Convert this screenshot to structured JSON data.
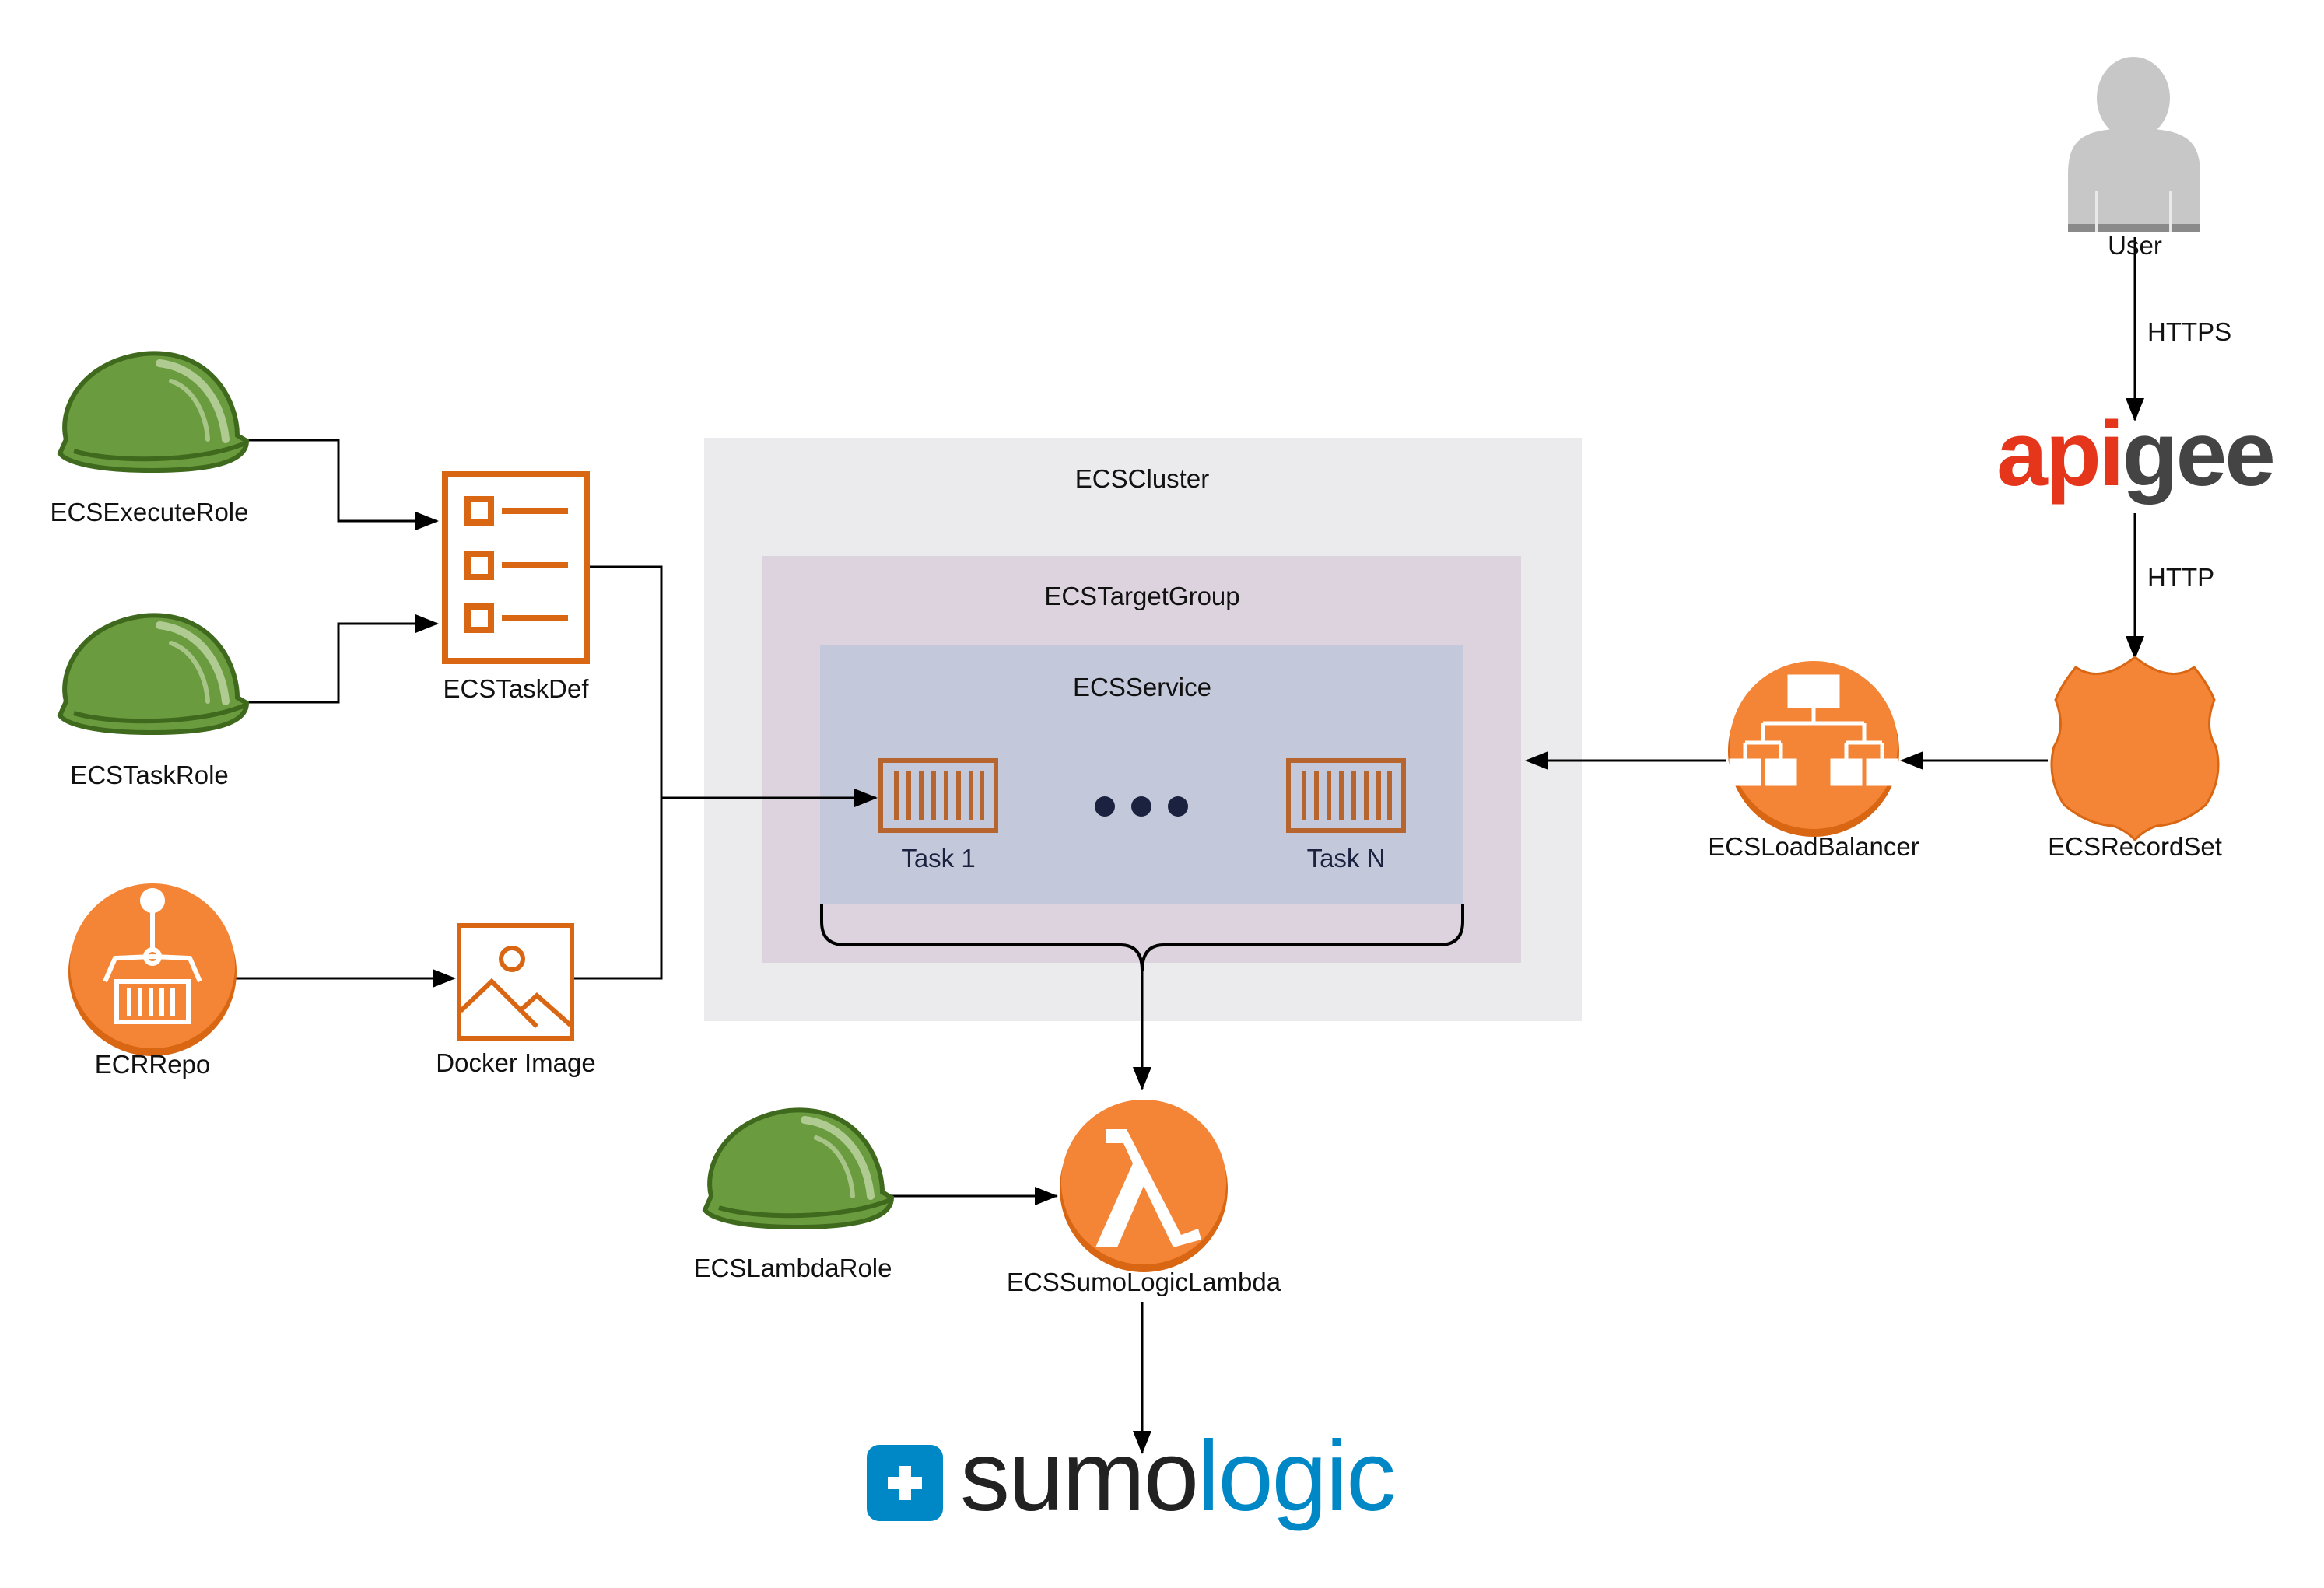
{
  "colors": {
    "aws_orange": "#f58536",
    "aws_orange_dark": "#d86613",
    "container_brown": "#b5652d",
    "iam_green": "#6a9b3e",
    "iam_green_dark": "#3f6a1e",
    "user_gray": "#c7c7c7",
    "cluster_bg": "#ebebee",
    "target_group_bg": "#ddd3df",
    "service_bg": "#c3c8da",
    "apigee_red": "#e5361b",
    "apigee_gray": "#444444",
    "sumo_blue": "#0088c6",
    "sumo_dark": "#222222"
  },
  "nodes": {
    "user": {
      "label": "User",
      "icon": "user-icon"
    },
    "apigee": {
      "wordmark_red": "api",
      "wordmark_gray": "gee",
      "icon": "apigee-logo"
    },
    "record_set": {
      "label": "ECSRecordSet",
      "icon": "route53-shield-icon"
    },
    "load_balancer": {
      "label": "ECSLoadBalancer",
      "icon": "load-balancer-icon"
    },
    "execute_role": {
      "label": "ECSExecuteRole",
      "icon": "iam-role-helmet-icon"
    },
    "task_role": {
      "label": "ECSTaskRole",
      "icon": "iam-role-helmet-icon"
    },
    "ecr_repo": {
      "label": "ECRRepo",
      "icon": "ecr-repo-icon"
    },
    "task_def": {
      "label": "ECSTaskDef",
      "icon": "task-definition-icon"
    },
    "docker_image": {
      "label": "Docker Image",
      "icon": "image-icon"
    },
    "lambda_role": {
      "label": "ECSLambdaRole",
      "icon": "iam-role-helmet-icon"
    },
    "lambda": {
      "label": "ECSSumoLogicLambda",
      "icon": "lambda-icon"
    },
    "sumologic": {
      "wordmark_dark": "sumo",
      "wordmark_blue": "logic",
      "icon": "sumologic-logo"
    }
  },
  "groups": {
    "cluster": {
      "label": "ECSCluster"
    },
    "target_group": {
      "label": "ECSTargetGroup"
    },
    "service": {
      "label": "ECSService"
    }
  },
  "tasks": [
    {
      "label": "Task 1",
      "icon": "container-icon"
    },
    {
      "label": "Task N",
      "icon": "container-icon"
    }
  ],
  "edges": [
    {
      "from": "user",
      "to": "apigee",
      "label": "HTTPS"
    },
    {
      "from": "apigee",
      "to": "record_set",
      "label": "HTTP"
    },
    {
      "from": "record_set",
      "to": "load_balancer",
      "label": ""
    },
    {
      "from": "load_balancer",
      "to": "target_group",
      "label": ""
    },
    {
      "from": "execute_role",
      "to": "task_def",
      "label": ""
    },
    {
      "from": "task_role",
      "to": "task_def",
      "label": ""
    },
    {
      "from": "ecr_repo",
      "to": "docker_image",
      "label": ""
    },
    {
      "from": "task_def",
      "to": "tasks",
      "label": ""
    },
    {
      "from": "docker_image",
      "to": "tasks",
      "label": ""
    },
    {
      "from": "service",
      "to": "lambda",
      "label": ""
    },
    {
      "from": "lambda_role",
      "to": "lambda",
      "label": ""
    },
    {
      "from": "lambda",
      "to": "sumologic",
      "label": ""
    }
  ]
}
